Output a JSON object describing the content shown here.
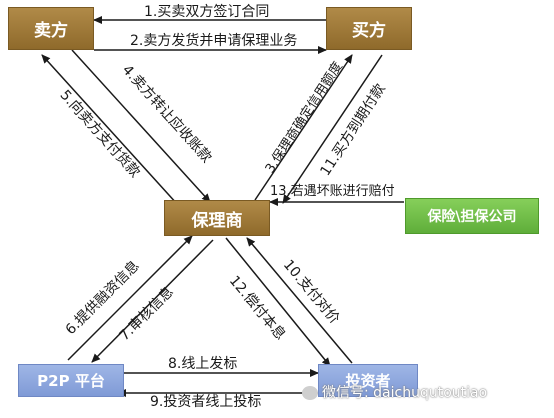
{
  "nodes": {
    "seller": "卖方",
    "buyer": "买方",
    "factor": "保理商",
    "insurer": "保险\\担保公司",
    "p2p": "P2P 平台",
    "investor": "投资者"
  },
  "edges": {
    "e1": "1.买卖双方签订合同",
    "e2": "2.卖方发货并申请保理业务",
    "e3": "3.保理商确定信用额度",
    "e4": "4.卖方转让应收账款",
    "e5": "5.向卖方支付货款",
    "e6": "6.提供融资信息",
    "e7": "7.审核信息",
    "e8": "8.线上发标",
    "e9": "9.投资者线上投标",
    "e10": "10.支付对价",
    "e11": "11.买方到期付款",
    "e12": "12.偿付本息",
    "e13": "13.若遇坏账进行赔付"
  },
  "watermark": "微信号: daichuqutoutiao",
  "colors": {
    "node_brown": "#9a7434",
    "node_blue": "#8aa3dc",
    "node_green": "#6cbf45",
    "arrow": "#1a1a1a"
  }
}
